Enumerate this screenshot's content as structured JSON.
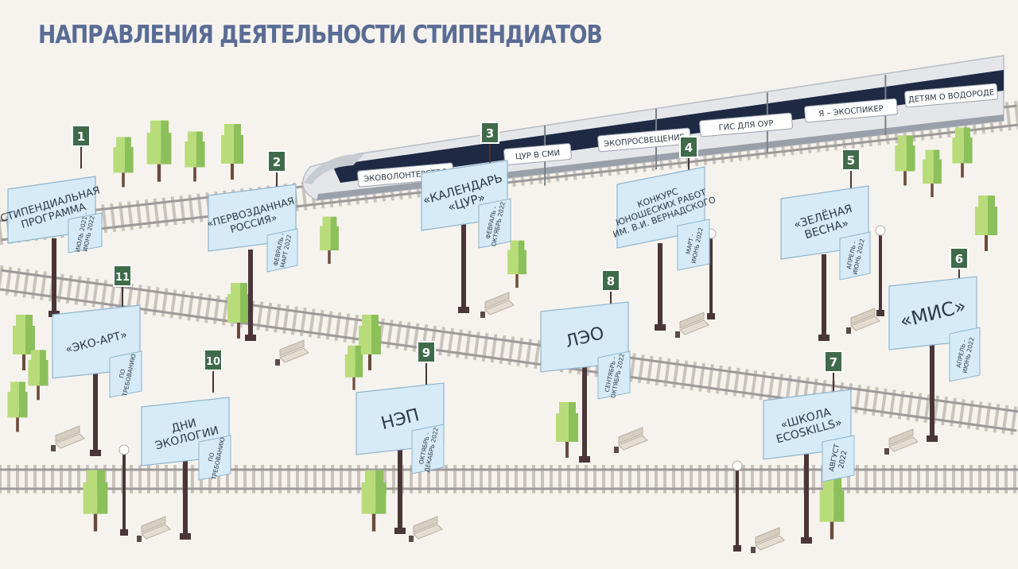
{
  "header": {
    "title": "НАПРАВЛЕНИЯ ДЕЯТЕЛЬНОСТИ СТИПЕНДИАТОВ"
  },
  "train": {
    "labels": [
      "ЭКОВОЛОНТЕРСТВО",
      "ЦУР В СМИ",
      "ЭКОПРОСВЕЩЕНИЕ",
      "ГИС ДЛЯ ОУР",
      "Я – ЭКОСПИКЕР",
      "ДЕТЯМ О ВОДОРОДЕ"
    ]
  },
  "stations": [
    {
      "number": "1",
      "lines": [
        "СТИПЕНДИАЛЬНАЯ",
        "ПРОГРАММА"
      ],
      "date": [
        "ИЮЛЬ 2021 -",
        "ИЮНЬ 2022"
      ]
    },
    {
      "number": "2",
      "lines": [
        "«ПЕРВОЗДАННАЯ",
        "РОССИЯ»"
      ],
      "date": [
        "ФЕВРАЛЬ -",
        "МАРТ 2022"
      ]
    },
    {
      "number": "3",
      "lines": [
        "«КАЛЕНДАРЬ",
        "«ЦУР»"
      ],
      "date": [
        "ФЕВРАЛЬ -",
        "ОКТЯБРЬ 2022"
      ]
    },
    {
      "number": "4",
      "lines": [
        "КОНКУРС",
        "ЮНОШЕСКИХ РАБОТ",
        "ИМ. В.И. ВЕРНАДСКОГО"
      ],
      "date": [
        "МАРТ -",
        "ИЮНЬ 2022"
      ]
    },
    {
      "number": "5",
      "lines": [
        "«ЗЕЛЁНАЯ",
        "ВЕСНА»"
      ],
      "date": [
        "АПРЕЛЬ -",
        "ИЮНЬ 2022"
      ]
    },
    {
      "number": "6",
      "lines": [
        "«МИС»"
      ],
      "date": [
        "АПРЕЛЬ -",
        "ИЮНЬ 2022"
      ]
    },
    {
      "number": "7",
      "lines": [
        "«ШКОЛА",
        "ECOSKILLS»"
      ],
      "date": [
        "АВГУСТ",
        "2022"
      ]
    },
    {
      "number": "8",
      "lines": [
        "ЛЭО"
      ],
      "date": [
        "СЕНТЯБРЬ -",
        "ОКТЯБРЬ 2022"
      ]
    },
    {
      "number": "9",
      "lines": [
        "НЭП"
      ],
      "date": [
        "ОКТЯБРЬ -",
        "ДЕКАБРЬ 2022"
      ]
    },
    {
      "number": "10",
      "lines": [
        "ДНИ",
        "ЭКОЛОГИИ"
      ],
      "date": [
        "ПО",
        "ТРЕБОВАНИЮ"
      ]
    },
    {
      "number": "11",
      "lines": [
        "«ЭКО-АРТ»"
      ],
      "date": [
        "ПО",
        "ТРЕБОВАНИЮ"
      ]
    }
  ],
  "colors": {
    "title": "#5a6c94",
    "sign_fill": "#d6ebf7",
    "sign_stroke": "#8fb4cf",
    "post": "#4a3538",
    "number_badge": "#3f6b4a",
    "rail": "#9e9a9a",
    "tie": "#c9c3bb",
    "train_body": "#e4e6ea",
    "train_window": "#1e2a44",
    "tree_light": "#b9dc7a",
    "tree_dark": "#8cc05a",
    "trunk": "#6b4a3a"
  }
}
